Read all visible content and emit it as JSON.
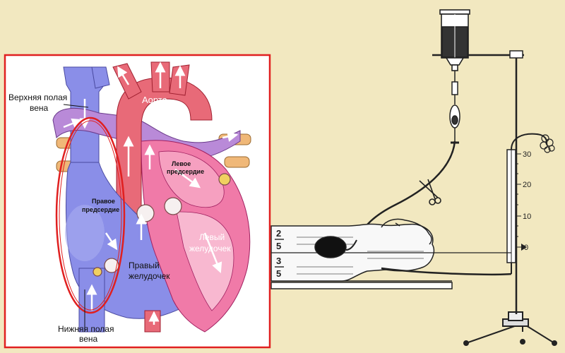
{
  "heart": {
    "labels": {
      "svc_line1": "Верхняя полая",
      "svc_line2": "вена",
      "aorta": "Аорта",
      "left_atrium_line1": "Левое",
      "left_atrium_line2": "предсердие",
      "right_atrium_line1": "Правое",
      "right_atrium_line2": "предсердие",
      "left_ventricle_line1": "Левый",
      "left_ventricle_line2": "желудочек",
      "right_ventricle_line1": "Правый",
      "right_ventricle_line2": "желудочек",
      "ivc_line1": "Нижняя полая",
      "ivc_line2": "вена"
    },
    "colors": {
      "frame": "#e02020",
      "venous": "#8a8ee8",
      "arterial": "#e86a78",
      "pulmonary_vein": "#b98ad8",
      "myocardium": "#f07aa8",
      "highlight": "#e02020",
      "fat": "#f0b878"
    }
  },
  "apparatus": {
    "fractions": {
      "upper_num": "2",
      "upper_den": "5",
      "lower_num": "3",
      "lower_den": "5"
    },
    "manometer_ticks": [
      "30",
      "20",
      "10",
      "0"
    ]
  }
}
